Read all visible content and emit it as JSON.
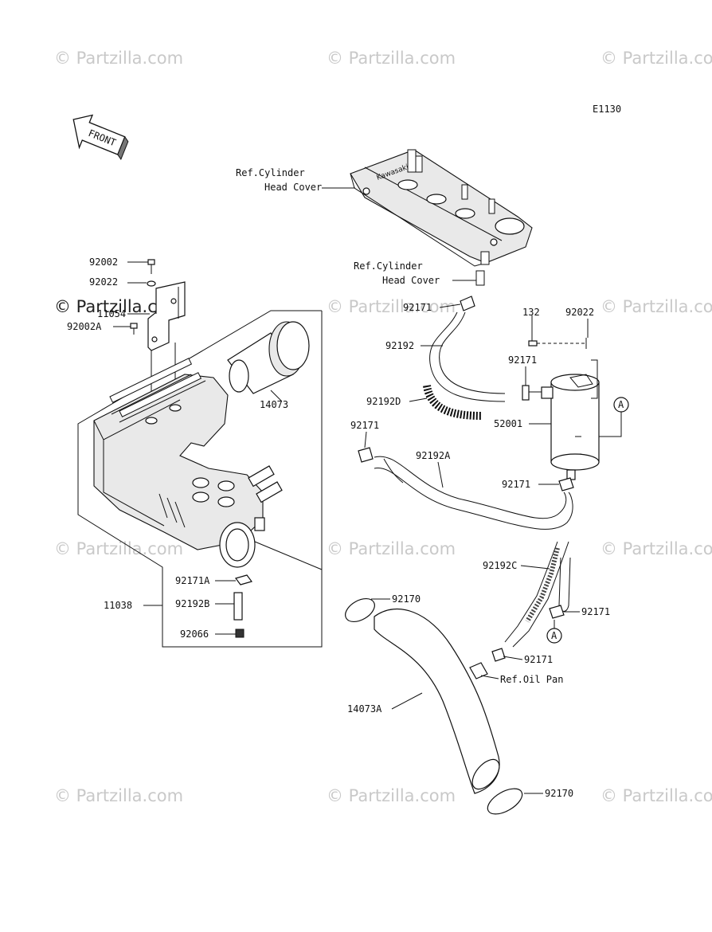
{
  "diagram_code": "E1130",
  "front_label": "FRONT",
  "watermark": "© Partzilla.com",
  "ref_labels": {
    "cylinder_head_cover_1_line1": "Ref.Cylinder",
    "cylinder_head_cover_1_line2": "Head Cover",
    "cylinder_head_cover_2_line1": "Ref.Cylinder",
    "cylinder_head_cover_2_line2": "Head Cover",
    "oil_pan": "Ref.Oil Pan"
  },
  "callout_marker": "A",
  "parts": {
    "p92002": "92002",
    "p92022_left": "92022",
    "p11054": "11054",
    "p92002A": "92002A",
    "p14073": "14073",
    "p11038": "11038",
    "p92171A": "92171A",
    "p92192B": "92192B",
    "p92066": "92066",
    "p92171_top": "92171",
    "p92192": "92192",
    "p132": "132",
    "p92022_right": "92022",
    "p92171_mid": "92171",
    "p92192D": "92192D",
    "p52001": "52001",
    "p92171_left": "92171",
    "p92192A": "92192A",
    "p92171_canister": "92171",
    "p92192C": "92192C",
    "p92171_right": "92171",
    "p92171_low": "92171",
    "p92170_top": "92170",
    "p14073A": "14073A",
    "p92170_bottom": "92170"
  }
}
